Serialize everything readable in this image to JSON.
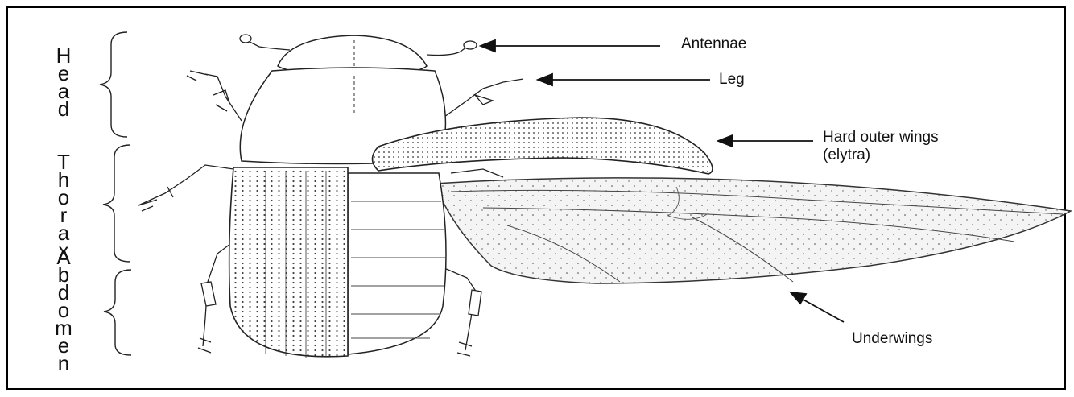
{
  "diagram": {
    "regions": {
      "head": "Head",
      "thorax": "Thorax",
      "abdomen": "Abdomen"
    },
    "labels": {
      "antennae": "Antennae",
      "leg": "Leg",
      "elytra_line1": "Hard outer wings",
      "elytra_line2": "(elytra)",
      "underwings": "Underwings"
    }
  }
}
